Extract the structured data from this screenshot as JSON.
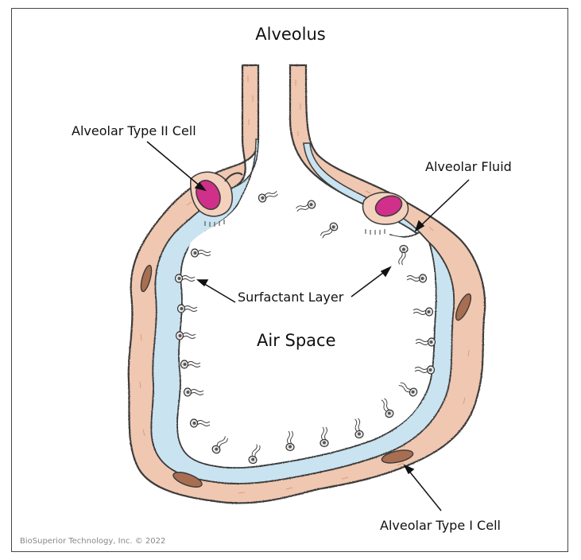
{
  "title": "Alveolus",
  "labels": {
    "type2_cell": "Alveolar Type II Cell",
    "alveolar_fluid": "Alveolar Fluid",
    "surfactant_layer": "Surfactant Layer",
    "air_space": "Air Space",
    "type1_cell": "Alveolar Type I Cell"
  },
  "credit": "BioSuperior Technology, Inc. © 2022",
  "colors": {
    "wall": "#f0c7b0",
    "wall_stroke": "#3a3a3a",
    "fluid": "#c9e3f0",
    "type2_nucleus": "#d0308a",
    "type1_nucleus": "#a86e52",
    "text": "#111111"
  }
}
